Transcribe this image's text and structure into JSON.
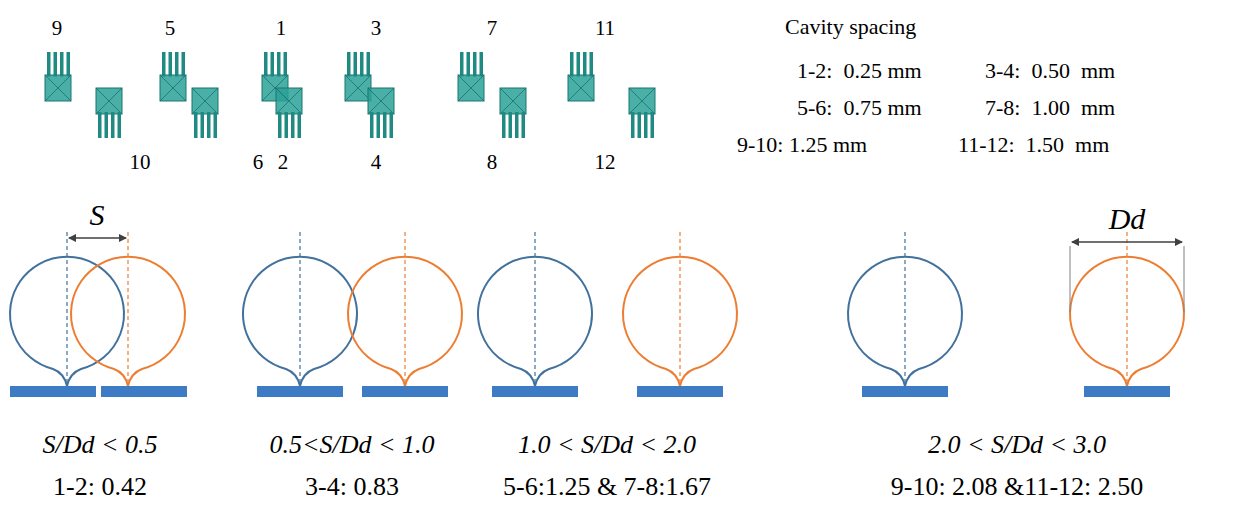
{
  "diagram": {
    "labels": [
      "9",
      "5",
      "1",
      "3",
      "7",
      "11",
      "10",
      "6",
      "2",
      "4",
      "8",
      "12",
      "Cavity spacing",
      "1-2:  0.25 mm",
      "3-4:  0.50  mm",
      "5-6:  0.75 mm",
      "7-8:  1.00  mm",
      "9-10: 1.25 mm",
      "11-12:  1.50  mm",
      "S",
      "Dd",
      "S/Dd < 0.5",
      "1-2: 0.42",
      "0.5<S/Dd < 1.0",
      "3-4: 0.83",
      "1.0 < S/Dd < 2.0",
      "5-6:1.25 & 7-8:1.67",
      "2.0 < S/Dd < 3.0",
      "9-10: 2.08 &11-12: 2.50"
    ]
  }
}
